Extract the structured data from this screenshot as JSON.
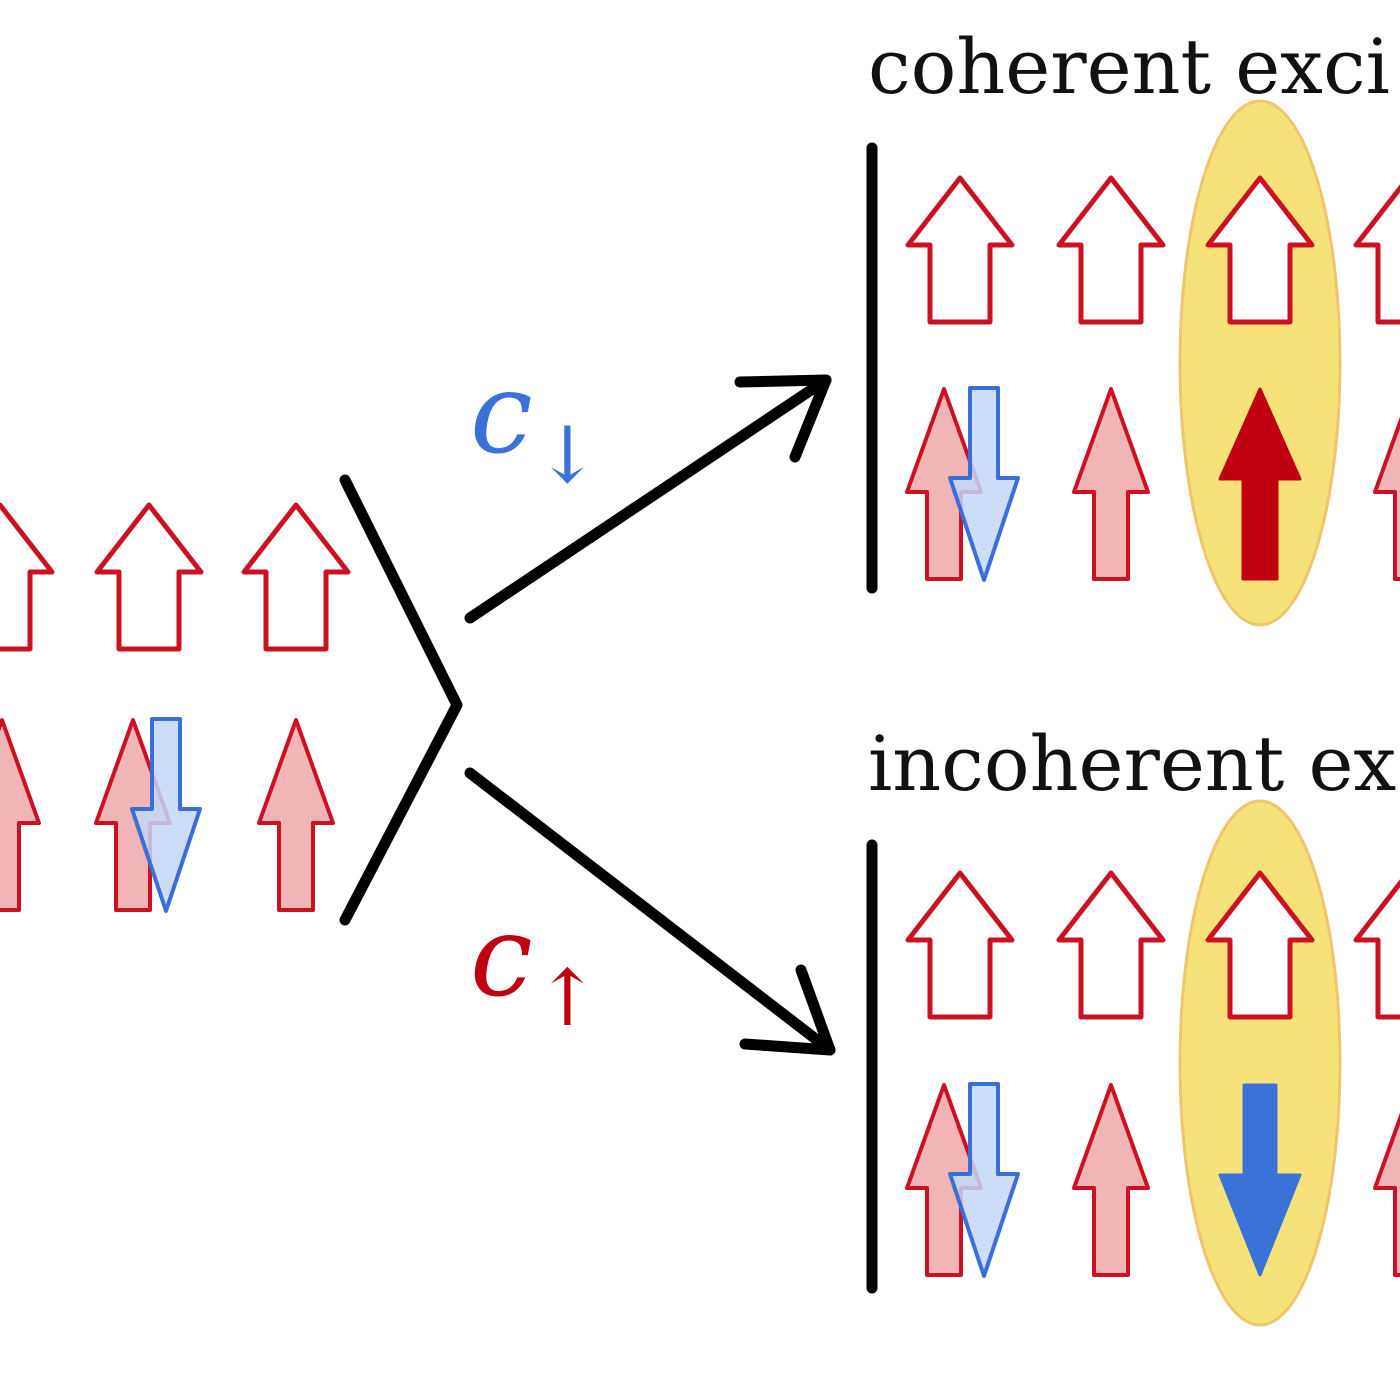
{
  "labels": {
    "coherent": "coherent exci",
    "incoherent": "incoherent ex",
    "op_down_base": "c",
    "op_down_sub": "↓",
    "op_up_base": "c",
    "op_up_sub": "↑"
  },
  "colors": {
    "spin_up": "#cc1122",
    "spin_up_fill_light": "#f2b5b5",
    "spin_down": "#3a6fd8",
    "spin_down_fill_light": "#c4d7f7",
    "highlight": "#f7e27a",
    "highlight_stroke": "#efc56e",
    "excited_up": "#c00010",
    "excited_down": "#3a72d8",
    "ink": "#000000"
  },
  "icons": {
    "majority_spin": "hollow-up-arrow",
    "minority_spin_up": "light-red-up-arrow",
    "minority_spin_down": "light-blue-down-arrow",
    "coherent_excitation": "solid-red-up-arrow",
    "incoherent_excitation": "solid-blue-down-arrow",
    "transition": "black-arrow"
  }
}
